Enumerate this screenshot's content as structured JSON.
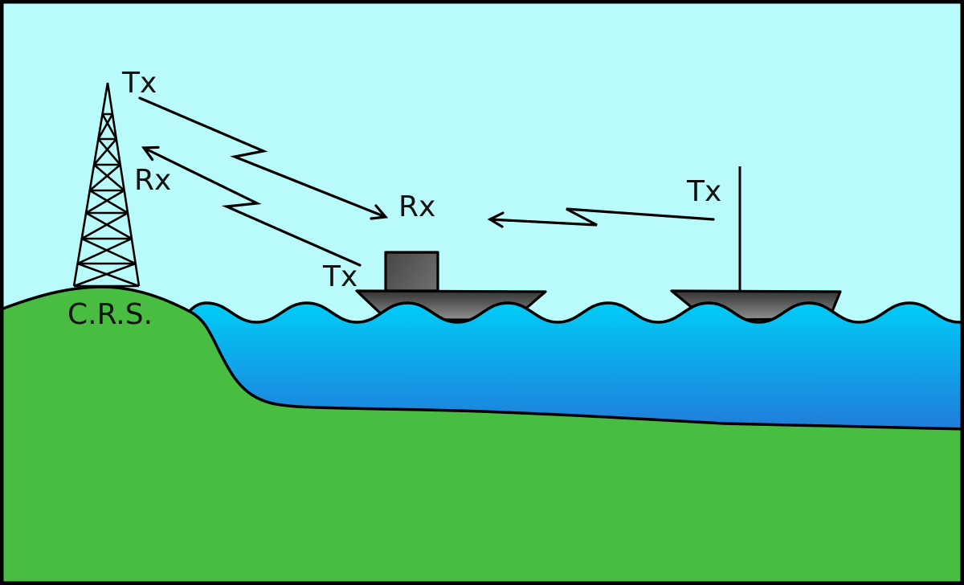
{
  "diagram": {
    "station_label": "C.R.S.",
    "tower": {
      "tx_label": "Tx",
      "rx_label": "Rx"
    },
    "ship1": {
      "rx_label": "Rx",
      "tx_label": "Tx"
    },
    "ship2": {
      "tx_label": "Tx"
    },
    "colors": {
      "sky": "#b9fbfb",
      "land": "#48bd41",
      "sea-top": "#00cdf8",
      "sea-bottom": "#2277d8",
      "ship-dark": "#2e2e2e",
      "ship-light": "#959595",
      "cabin-dark": "#454545",
      "cabin-light": "#727272",
      "outline": "#000000",
      "label": "#111111"
    }
  }
}
